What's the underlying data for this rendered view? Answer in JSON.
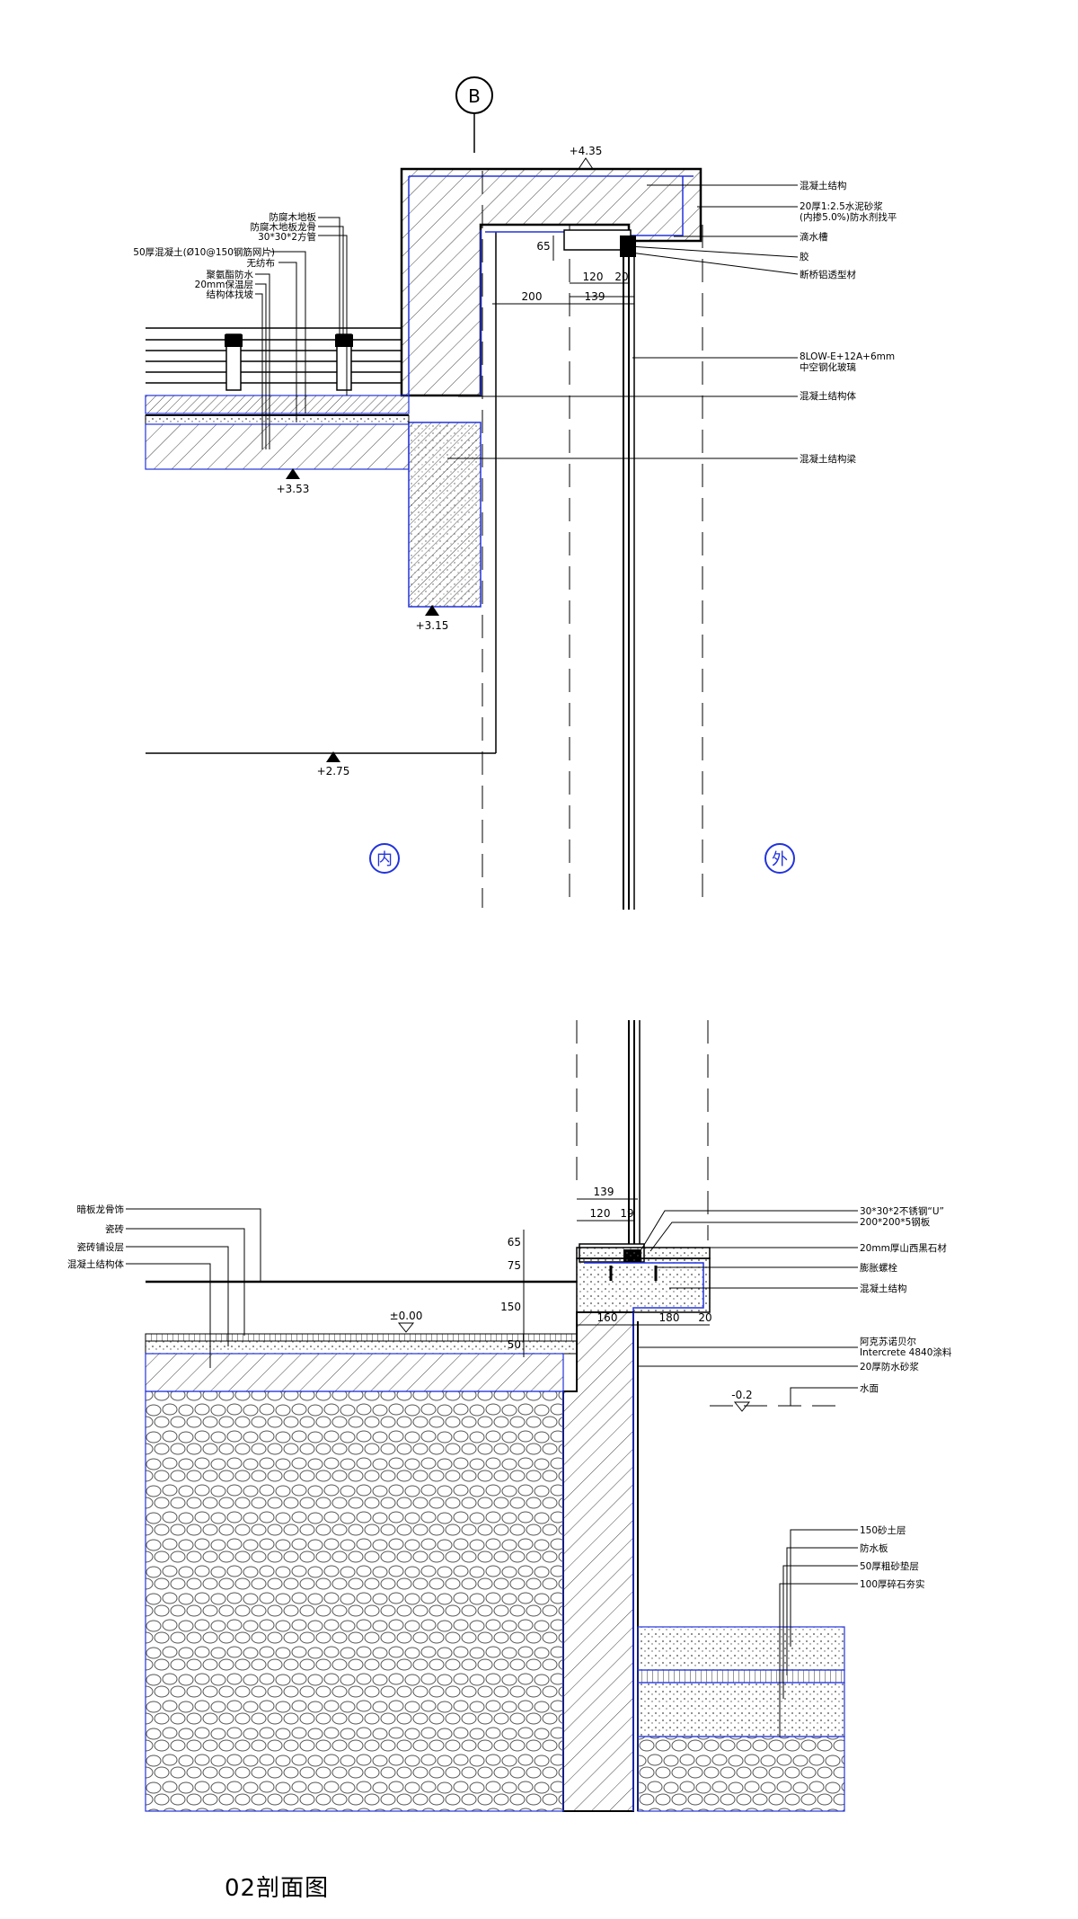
{
  "grid_marker": "B",
  "top_section": {
    "levels": {
      "top": "+4.35",
      "slab": "+3.53",
      "beam_bottom": "+3.15",
      "ceiling": "+2.75"
    },
    "left_labels": [
      "防腐木地板",
      "防腐木地板龙骨",
      "30*30*2方管",
      "50厚混凝土(Ø10@150钢筋网片)",
      "无纺布",
      "聚氨酯防水",
      "20mm保温层",
      "结构体找坡"
    ],
    "right_labels": [
      "混凝土结构",
      "20厚1:2.5水泥砂浆",
      "(内掺5.0%)防水剂找平",
      "滴水槽",
      "胶",
      "断桥铝透型材",
      "8LOW-E+12A+6mm",
      "中空钢化玻璃",
      "混凝土结构体",
      "混凝土结构梁"
    ],
    "dims": [
      "65",
      "120",
      "20",
      "139",
      "200"
    ],
    "inside_label": "内",
    "outside_label": "外"
  },
  "bottom_section": {
    "left_labels": [
      "暗板龙骨饰",
      "瓷砖",
      "瓷砖铺设层",
      "混凝土结构体"
    ],
    "right_labels": [
      "30*30*2不锈钢“U”",
      "200*200*5钢板",
      "20mm厚山西黑石材",
      "膨胀螺栓",
      "混凝土结构",
      "阿克苏诺贝尔",
      "Intercrete 4840涂料",
      "20厚防水砂浆",
      "水面"
    ],
    "soil_labels": [
      "150砂土层",
      "防水板",
      "50厚粗砂垫层",
      "100厚碎石夯实"
    ],
    "dims": [
      "139",
      "120",
      "19",
      "65",
      "75",
      "150",
      "50",
      "160",
      "180",
      "20"
    ],
    "levels": {
      "floor": "±0.00",
      "water": "-0.2"
    }
  },
  "caption": "02剖面图"
}
